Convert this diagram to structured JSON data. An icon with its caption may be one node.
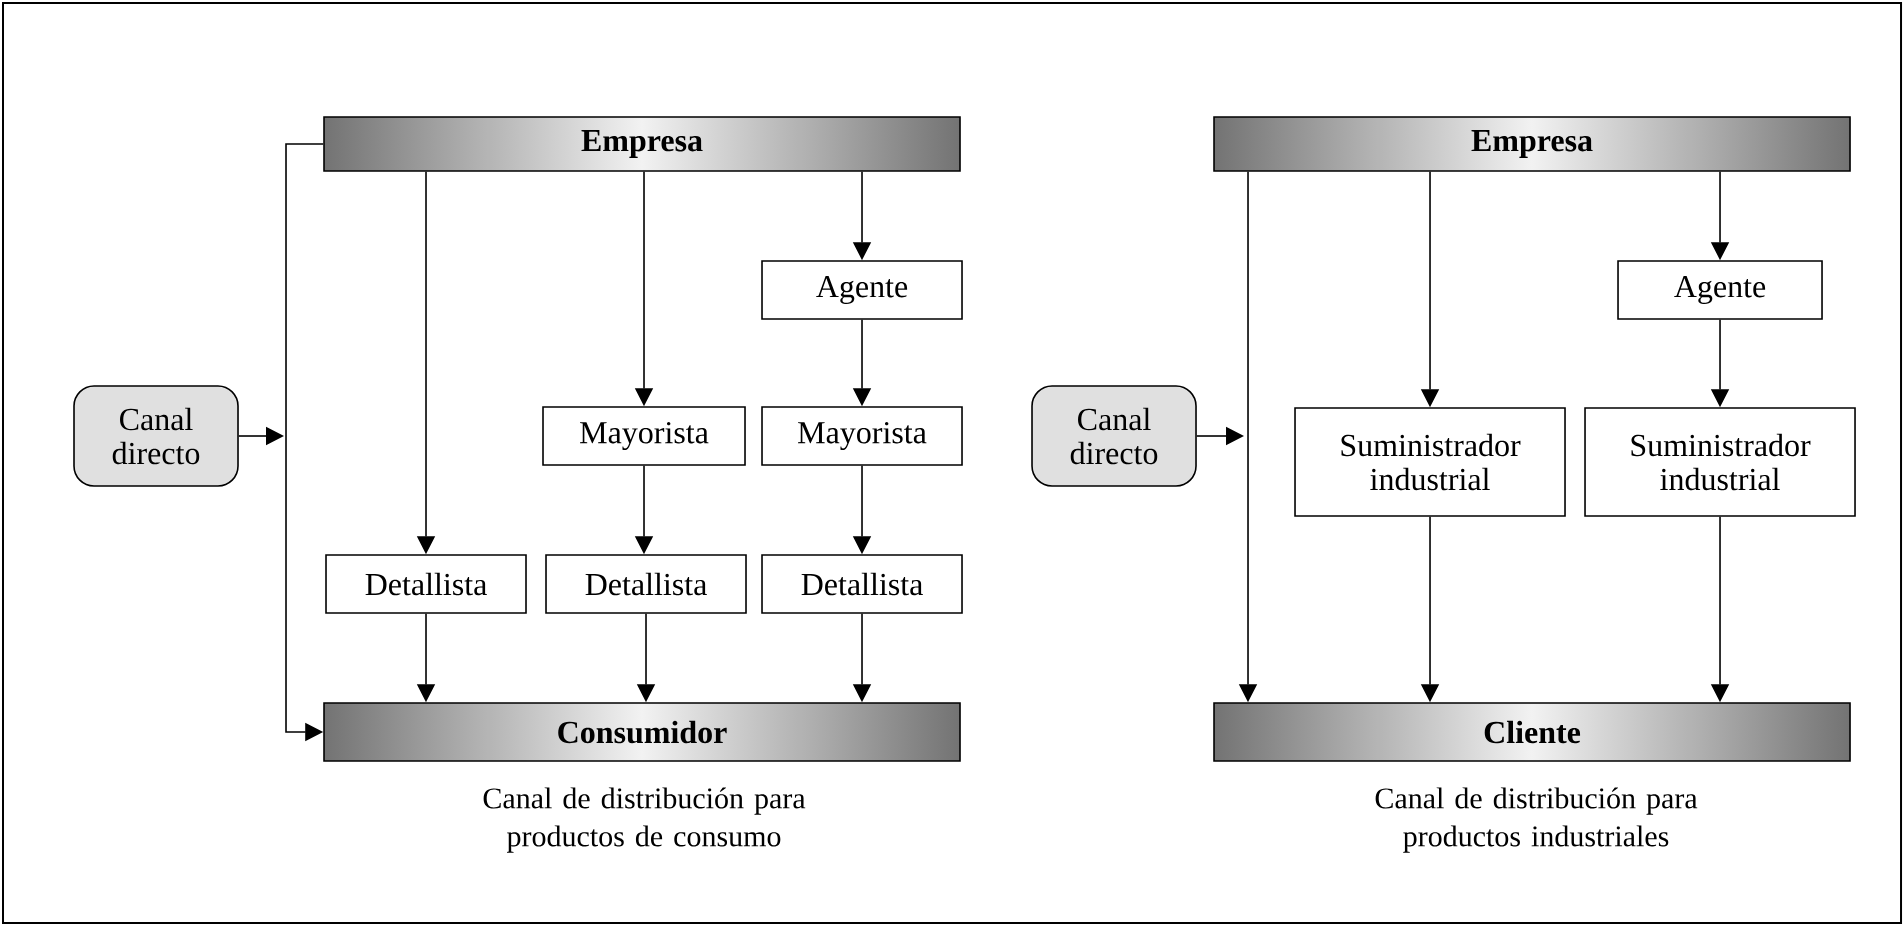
{
  "diagram": {
    "nodes": [
      {
        "text": [
          "Empresa"
        ]
      },
      {
        "text": [
          "Agente"
        ]
      },
      {
        "text": [
          "Canal directo"
        ]
      },
      {
        "text": [
          "Mayorista"
        ]
      },
      {
        "text": [
          "Mayorista"
        ]
      },
      {
        "text": [
          "Detallista"
        ]
      },
      {
        "text": [
          "Detallista"
        ]
      },
      {
        "text": [
          "Detallista"
        ]
      },
      {
        "text": [
          "Consumidor"
        ]
      },
      {
        "text": [
          "Empresa"
        ]
      },
      {
        "text": [
          "Agente"
        ]
      },
      {
        "text": [
          "Canal directo"
        ]
      },
      {
        "text": [
          "Suministrador industrial"
        ]
      },
      {
        "text": [
          "Suministrador industrial"
        ]
      },
      {
        "text": [
          "Cliente"
        ]
      }
    ],
    "edges": [
      {
        "from": 0,
        "to": 8,
        "arrow": "to"
      },
      {
        "from": 0,
        "to": 5,
        "arrow": "to"
      },
      {
        "from": 0,
        "to": 3,
        "arrow": "to"
      },
      {
        "from": 0,
        "to": 1,
        "arrow": "to"
      },
      {
        "from": 1,
        "to": 4,
        "arrow": "to"
      },
      {
        "from": 3,
        "to": 6,
        "arrow": "to"
      },
      {
        "from": 4,
        "to": 7,
        "arrow": "to"
      },
      {
        "from": 5,
        "to": 8,
        "arrow": "to"
      },
      {
        "from": 6,
        "to": 8,
        "arrow": "to"
      },
      {
        "from": 7,
        "to": 8,
        "arrow": "to"
      },
      {
        "from": 2,
        "to": null,
        "arrow": "to"
      },
      {
        "from": 9,
        "to": 14,
        "arrow": "to"
      },
      {
        "from": 9,
        "to": 12,
        "arrow": "to"
      },
      {
        "from": 9,
        "to": 10,
        "arrow": "to"
      },
      {
        "from": 10,
        "to": 13,
        "arrow": "to"
      },
      {
        "from": 12,
        "to": 14,
        "arrow": "to"
      },
      {
        "from": 13,
        "to": 14,
        "arrow": "to"
      },
      {
        "from": 11,
        "to": null,
        "arrow": "to"
      }
    ],
    "labels": [
      "Canal de distribución para productos de consumo",
      "Canal de distribución para productos industriales"
    ]
  }
}
